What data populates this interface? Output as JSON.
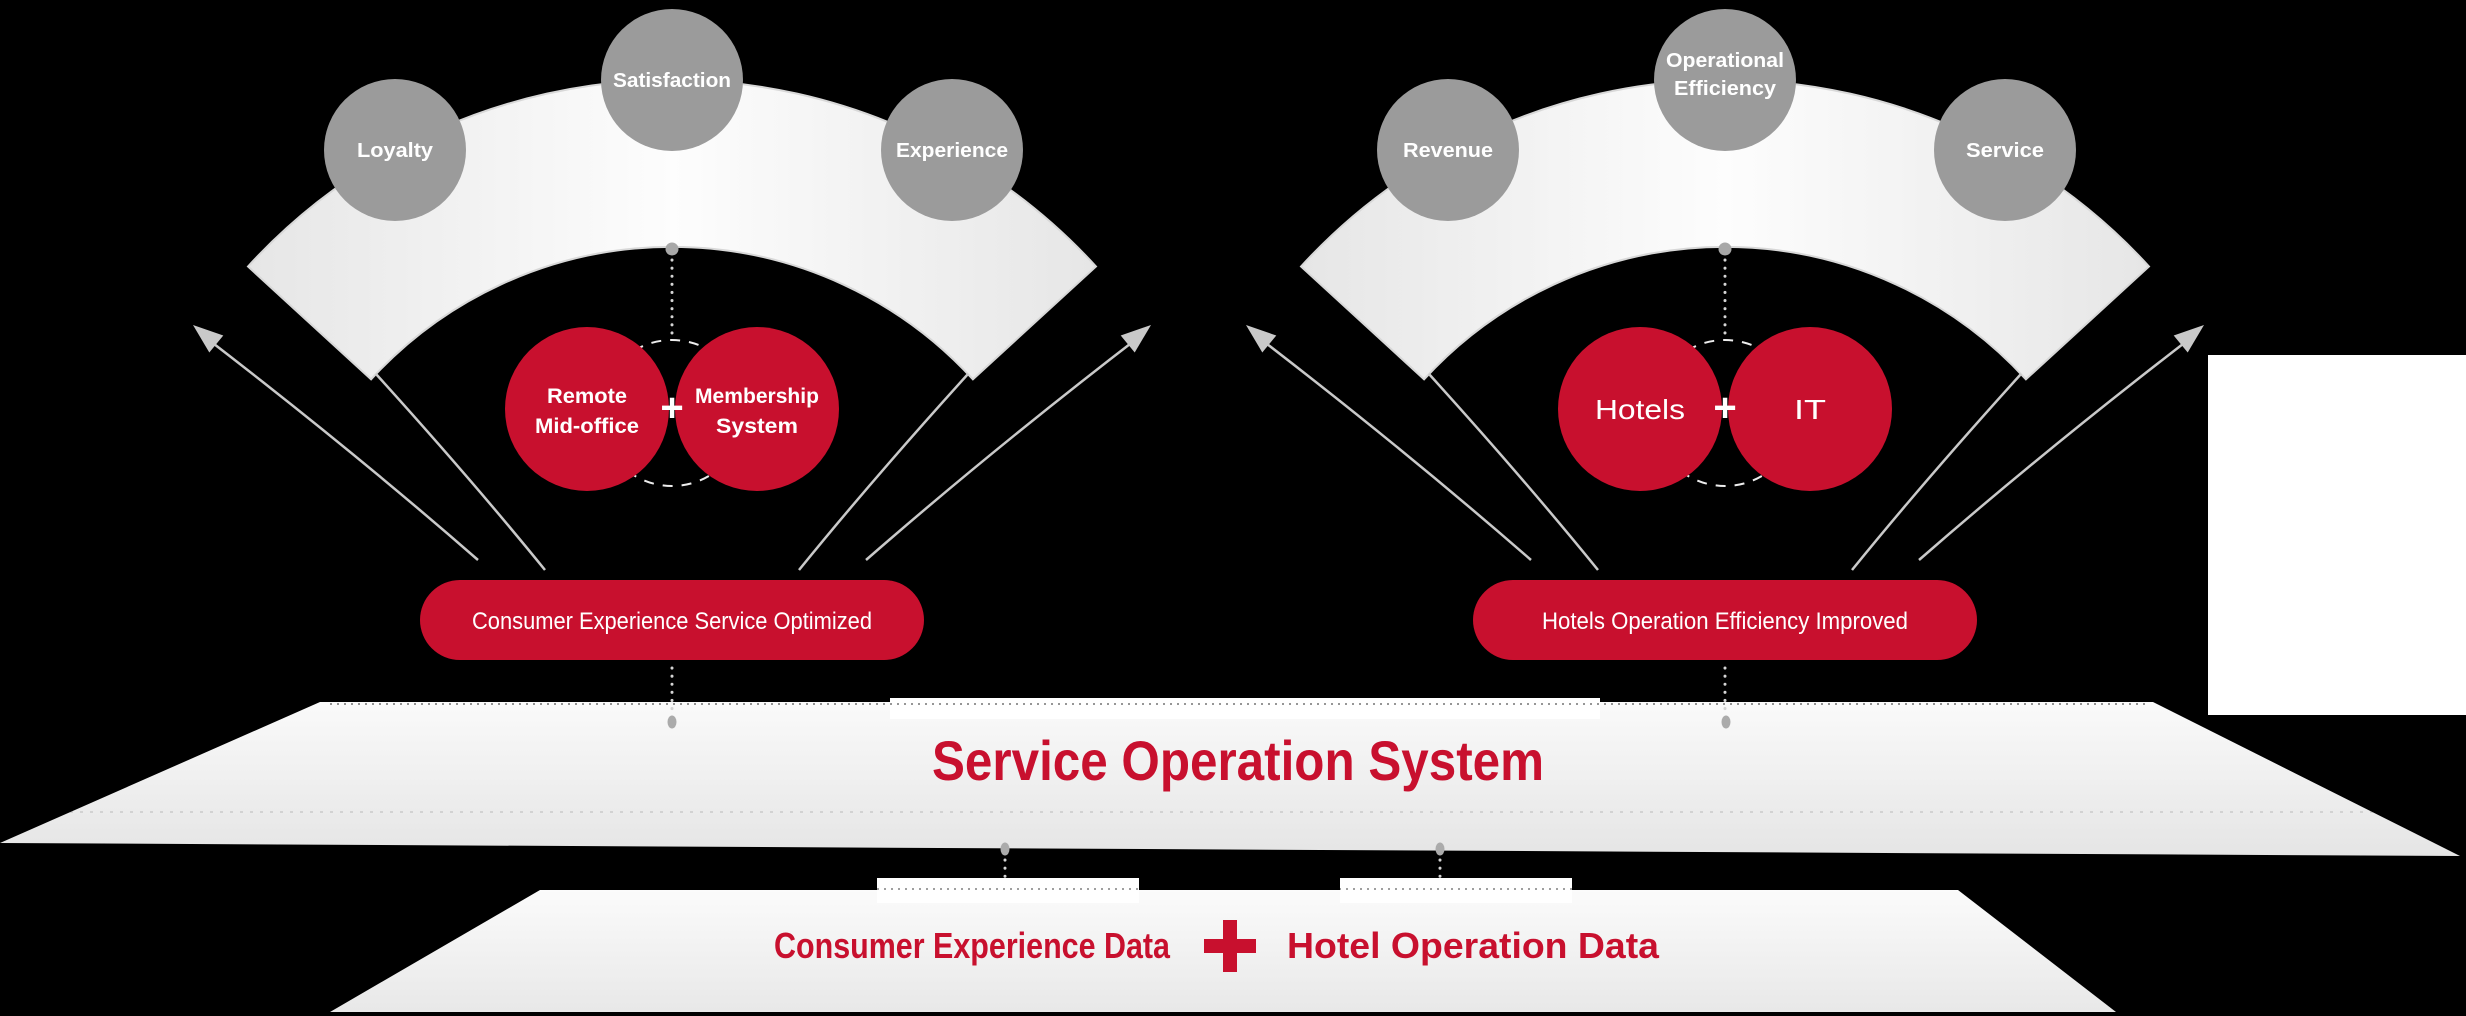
{
  "colors": {
    "background": "#000000",
    "accent_red": "#C8102E",
    "factor_gray": "#9B9B9B",
    "arrow_gray": "#C9C9C9",
    "platform_light": "#F7F7F7"
  },
  "left_fan": {
    "factor_loyalty": "Loyalty",
    "factor_satisfaction": "Satisfaction",
    "factor_experience": "Experience",
    "core_circle1_line1": "Remote",
    "core_circle1_line2": "Mid-office",
    "core_plus": "+",
    "core_circle2_line1": "Membership",
    "core_circle2_line2": "System",
    "result_label": "Consumer Experience Service Optimized"
  },
  "right_fan": {
    "factor_revenue": "Revenue",
    "factor_operational_line1": "Operational",
    "factor_operational_line2": "Efficiency",
    "factor_service": "Service",
    "core_circle1": "Hotels",
    "core_plus": "+",
    "core_circle2": "IT",
    "result_label": "Hotels Operation Efficiency Improved"
  },
  "service_platform": {
    "title": "Service Operation System"
  },
  "data_platform": {
    "left_label": "Consumer Experience Data",
    "plus": "+",
    "right_label": "Hotel Operation Data"
  }
}
